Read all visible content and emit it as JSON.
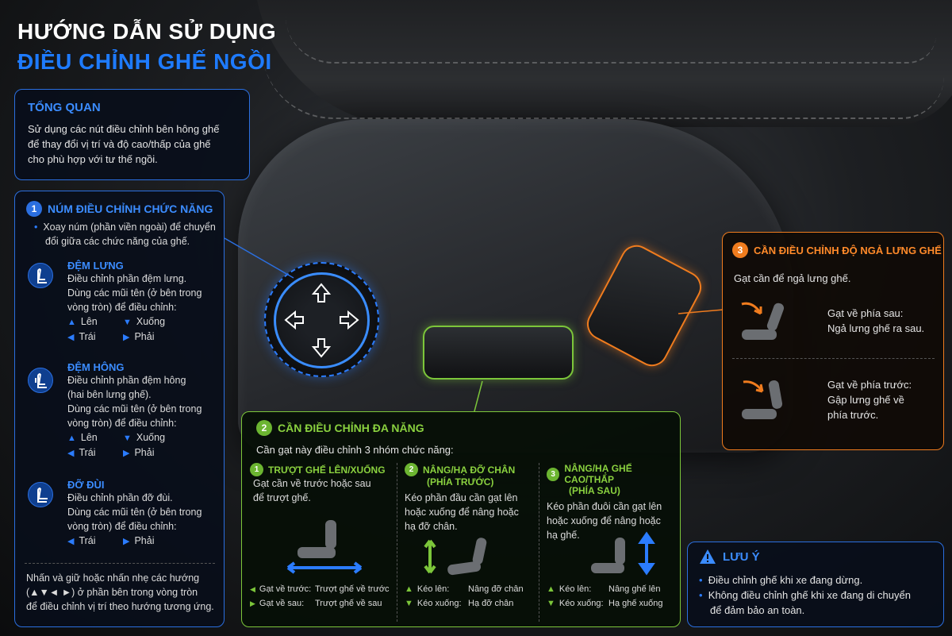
{
  "title": {
    "line1": "HƯỚNG DẪN SỬ DỤNG",
    "line2": "ĐIỀU CHỈNH GHẾ NGỒI"
  },
  "colors": {
    "blue": "#2b6fe0",
    "green": "#7cc63a",
    "orange": "#f07c1e"
  },
  "overview": {
    "heading": "TỔNG QUAN",
    "lines": [
      "Sử dụng các nút điều chỉnh bên hông ghế",
      "để thay đổi vị trí và độ cao/thấp của ghế",
      "cho phù hợp với tư thế ngồi."
    ]
  },
  "knob": {
    "number": "1",
    "heading": "NÚM ĐIỀU CHỈNH CHỨC NĂNG",
    "bullet_lines": [
      "Xoay núm (phần viền ngoài) để chuyển",
      "đổi giữa các chức năng của ghế."
    ],
    "items": [
      {
        "title": "ĐỆM LƯNG",
        "icon": "lumbar-seat-icon",
        "lines": [
          "Điều chỉnh phần đệm lưng.",
          "Dùng các mũi tên (ở bên trong",
          "vòng tròn) để điều chỉnh:"
        ],
        "arrows": [
          [
            "Lên",
            "Xuống"
          ],
          [
            "Trái",
            "Phải"
          ]
        ]
      },
      {
        "title": "ĐỆM HÔNG",
        "icon": "side-bolster-seat-icon",
        "lines": [
          "Điều chỉnh phần đệm hông",
          "(hai bên lưng ghế).",
          "Dùng các mũi tên (ở bên trong",
          "vòng tròn) để điều chỉnh:"
        ],
        "arrows": [
          [
            "Lên",
            "Xuống"
          ],
          [
            "Trái",
            "Phải"
          ]
        ]
      },
      {
        "title": "ĐỠ ĐÙI",
        "icon": "thigh-support-seat-icon",
        "lines": [
          "Điều chỉnh phần đỡ đùi.",
          "Dùng các mũi tên (ở bên trong",
          "vòng tròn) để điều chỉnh:"
        ],
        "arrows": [
          [
            "Trái",
            "Phải"
          ]
        ]
      }
    ],
    "footer_lines": [
      "Nhấn và giữ hoặc nhấn nhẹ các hướng",
      "(▲▼◄ ►) ở phần bên trong vòng tròn",
      "để điều chỉnh vị trí theo hướng tương ứng."
    ]
  },
  "multi": {
    "number": "2",
    "heading": "CẦN ĐIỀU CHỈNH ĐA NĂNG",
    "intro": "Cần gạt này điều chỉnh 3 nhóm chức năng:",
    "cols": [
      {
        "number": "1",
        "title_lines": [
          "TRƯỢT GHẾ LÊN/XUỐNG"
        ],
        "desc": [
          "Gạt cần về trước hoặc sau",
          "để trượt ghế."
        ],
        "rows": [
          [
            "Gạt về trước:",
            "Trượt ghế về trước"
          ],
          [
            "Gạt về sau:",
            "Trượt ghế về sau"
          ]
        ]
      },
      {
        "number": "2",
        "title_lines": [
          "NÂNG/HẠ ĐỠ CHÂN",
          "(PHÍA TRƯỚC)"
        ],
        "desc": [
          "Kéo phần đầu cần gạt lên",
          "hoặc xuống để nâng hoặc",
          "hạ đỡ chân."
        ],
        "rows": [
          [
            "Kéo lên:",
            "Nâng đỡ chân"
          ],
          [
            "Kéo xuống:",
            "Hạ đỡ chân"
          ]
        ]
      },
      {
        "number": "3",
        "title_lines": [
          "NÂNG/HẠ GHẾ CAO/THẤP",
          "(PHÍA SAU)"
        ],
        "desc": [
          "Kéo phần đuôi cần gạt lên",
          "hoặc xuống để nâng hoặc",
          "hạ ghế."
        ],
        "rows": [
          [
            "Kéo lên:",
            "Nâng ghế lên"
          ],
          [
            "Kéo xuống:",
            "Hạ ghế xuống"
          ]
        ]
      }
    ]
  },
  "recline": {
    "number": "3",
    "heading": "CẦN ĐIỀU CHỈNH ĐỘ NGẢ LƯNG GHẾ",
    "intro": "Gạt cần để ngả lưng ghế.",
    "back": [
      "Gạt về phía sau:",
      "Ngả lưng ghế ra sau."
    ],
    "front": [
      "Gạt về phía trước:",
      "Gập lưng ghế về",
      "phía trước."
    ]
  },
  "note": {
    "heading": "LƯU Ý",
    "bullets": [
      [
        "Điều chỉnh ghế khi xe đang dừng."
      ],
      [
        "Không điều chỉnh ghế khi xe đang di chuyển",
        "để đảm bảo an toàn."
      ]
    ]
  }
}
